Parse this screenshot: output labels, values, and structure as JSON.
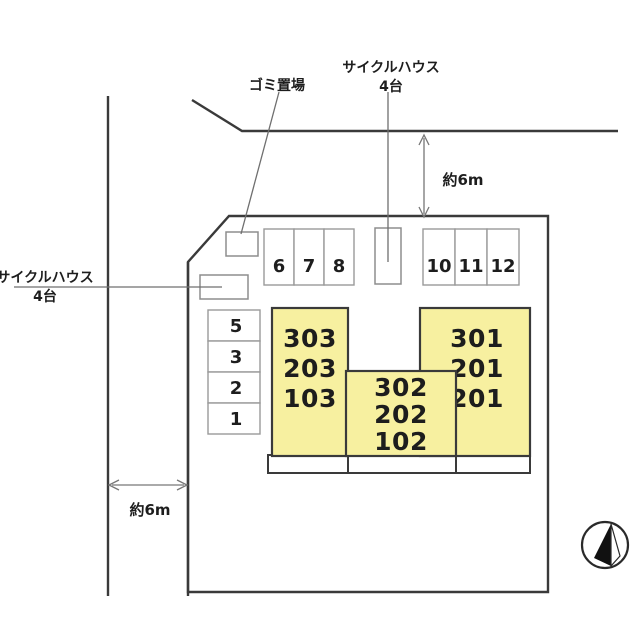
{
  "plan": {
    "title": "site-layout-plan",
    "colors": {
      "building_fill": "#f7f0a0",
      "outline": "#3a3a3a",
      "stall_stroke": "#9a9a9a",
      "compass_fill": "#111111"
    },
    "annotations": {
      "trash": {
        "label": "ゴミ置場"
      },
      "cycle_top": {
        "label_line1": "サイクルハウス",
        "label_line2": "4台"
      },
      "cycle_left": {
        "label_line1": "サイクルハウス",
        "label_line2": "4台"
      }
    },
    "dimensions": {
      "top_setback": "約6m",
      "left_road_width": "約6m"
    },
    "parking": {
      "top_row_left": [
        {
          "label": "6"
        },
        {
          "label": "7"
        },
        {
          "label": "8"
        }
      ],
      "top_row_right": [
        {
          "label": "10"
        },
        {
          "label": "11"
        },
        {
          "label": "12"
        }
      ],
      "left_column": [
        {
          "label": "5"
        },
        {
          "label": "3"
        },
        {
          "label": "2"
        },
        {
          "label": "1"
        }
      ]
    },
    "buildings": [
      {
        "name": "west-block",
        "units": [
          "303",
          "203",
          "103"
        ]
      },
      {
        "name": "center-block",
        "units": [
          "302",
          "202",
          "102"
        ]
      },
      {
        "name": "east-block",
        "units": [
          "301",
          "201",
          "201"
        ]
      }
    ],
    "compass": {
      "label": "north-arrow"
    }
  }
}
